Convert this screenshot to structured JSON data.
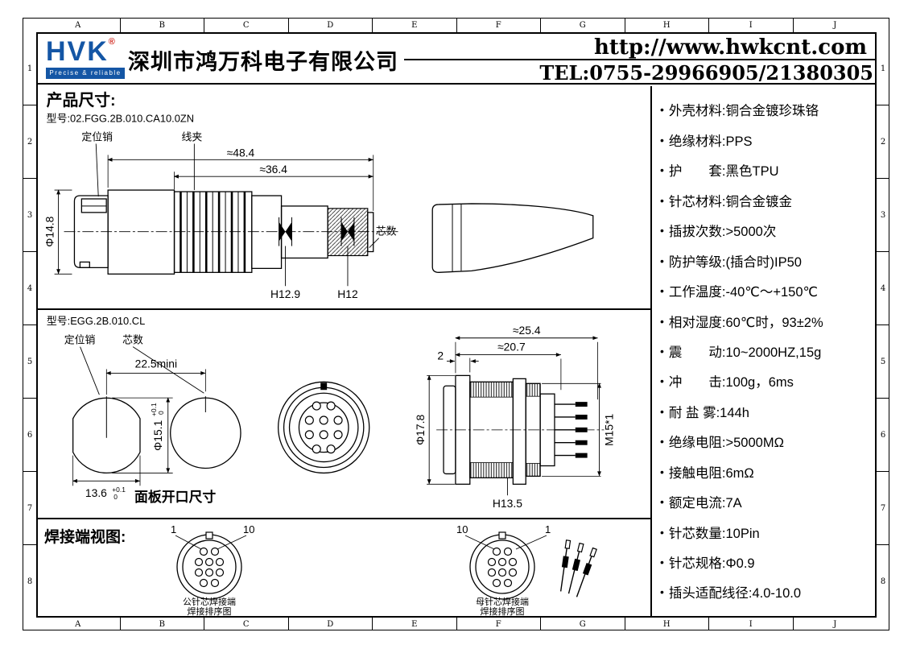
{
  "theme": {
    "brand-blue": "#1456a5",
    "reg-red": "#d0261c"
  },
  "frame": {
    "cols": [
      "A",
      "B",
      "C",
      "D",
      "E",
      "F",
      "G",
      "H",
      "I",
      "J"
    ],
    "rows": [
      "1",
      "2",
      "3",
      "4",
      "5",
      "6",
      "7",
      "8"
    ]
  },
  "header": {
    "logo_text": "HVK",
    "logo_reg": "®",
    "tagline": "Precise & reliable",
    "company": "深圳市鸿万科电子有限公司",
    "website": "http://www.hwkcnt.com",
    "tel": "TEL:0755-29966905/21380305"
  },
  "section_plug": {
    "title": "产品尺寸:",
    "model": "型号:02.FGG.2B.010.CA10.0ZN",
    "label_locating_pin": "定位销",
    "label_cable_clamp": "线夹",
    "dim_overall": "≈48.4",
    "dim_body": "≈36.4",
    "dim_diameter": "Φ14.8",
    "dim_crimp1": "H12.9",
    "dim_crimp2": "H12",
    "label_cores": "芯数"
  },
  "section_socket": {
    "model": "型号:EGG.2B.010.CL",
    "label_locating_pin": "定位销",
    "label_cores": "芯数",
    "dim_pitch": "22.5mini",
    "dim_hole_dia": "Φ15.1",
    "dim_hole_dia_tol_up": "+0.1",
    "dim_hole_dia_tol_dn": "0",
    "dim_flat": "13.6",
    "dim_flat_tol_up": "+0.1",
    "dim_flat_tol_dn": "0",
    "panel_caption": "面板开口尺寸",
    "dim_len_overall": "≈25.4",
    "dim_len_body": "≈20.7",
    "dim_flange_thk": "2",
    "dim_flange_dia": "Φ17.8",
    "dim_thread": "M15*1",
    "dim_crimp": "H13.5"
  },
  "section_weld": {
    "title": "焊接端视图:",
    "male_pin_first": "1",
    "male_pin_last": "10",
    "female_pin_first": "10",
    "female_pin_last": "1",
    "male_caption_1": "公针芯焊接端",
    "male_caption_2": "焊接排序图",
    "female_caption_1": "母针芯焊接端",
    "female_caption_2": "焊接排序图"
  },
  "specs": {
    "bullet": "•",
    "items": [
      "外壳材料:铜合金镀珍珠铬",
      "绝缘材料:PPS",
      "护　　套:黑色TPU",
      "针芯材料:铜合金镀金",
      "插拔次数:>5000次",
      "防护等级:(插合时)IP50",
      "工作温度:-40℃～+150℃",
      "相对湿度:60℃时，93±2%",
      "震　　动:10~2000HZ,15g",
      "冲　　击:100g，6ms",
      "耐 盐 雾:144h",
      "绝缘电阻:>5000MΩ",
      "接触电阻:6mΩ",
      "额定电流:7A",
      "针芯数量:10Pin",
      "针芯规格:Φ0.9",
      "插头适配线径:4.0-10.0"
    ]
  }
}
